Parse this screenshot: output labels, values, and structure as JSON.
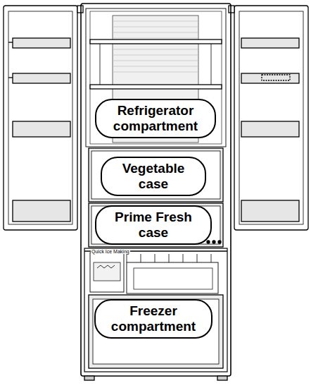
{
  "diagram": {
    "nodes": [
      {
        "text": [
          "Refrigerator compartment"
        ]
      },
      {
        "text": [
          "Vegetable case"
        ]
      },
      {
        "text": [
          "Prime Fresh case"
        ]
      },
      {
        "text": [
          "Freezer compartment"
        ]
      }
    ],
    "labels": [
      "Quick Ice Making"
    ]
  }
}
